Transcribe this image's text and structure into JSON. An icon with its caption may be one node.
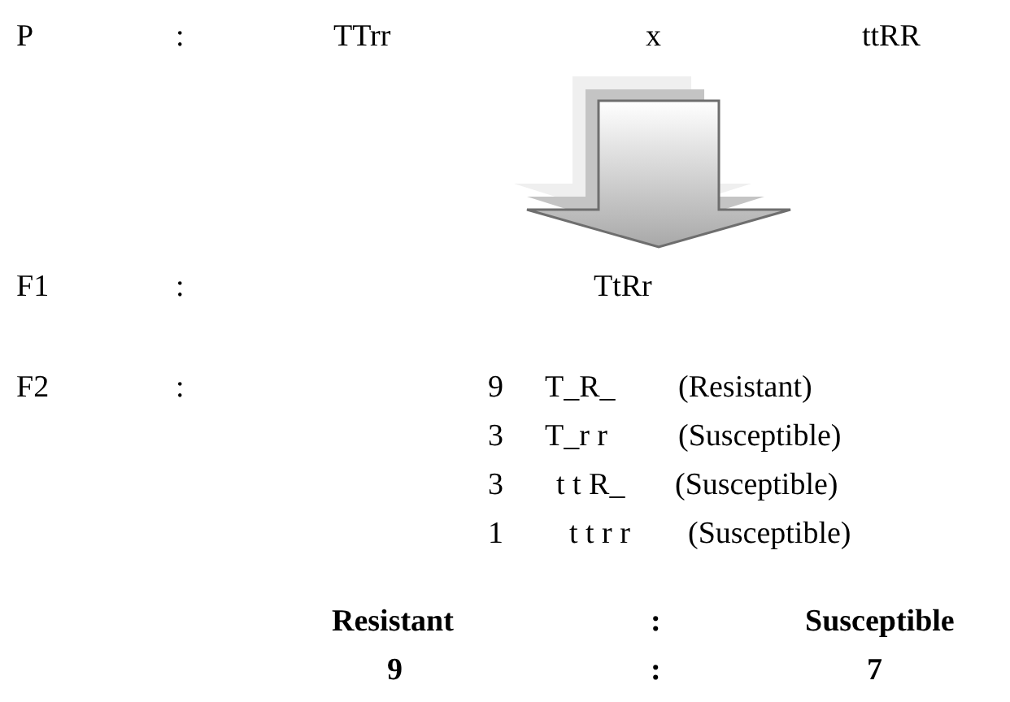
{
  "diagram": {
    "labels": [
      "P",
      ":",
      "TTrr",
      "x",
      "ttRR",
      "F1",
      ":",
      "TtRr",
      "F2",
      ":",
      "9",
      "T_R_",
      "(Resistant)",
      "3",
      "T_r r",
      "(Susceptible)",
      "3",
      "t t R_",
      "(Susceptible)",
      "1",
      "t t r r",
      "(Susceptible)",
      "Resistant",
      ":",
      "Susceptible",
      "9",
      ":",
      "7"
    ]
  }
}
